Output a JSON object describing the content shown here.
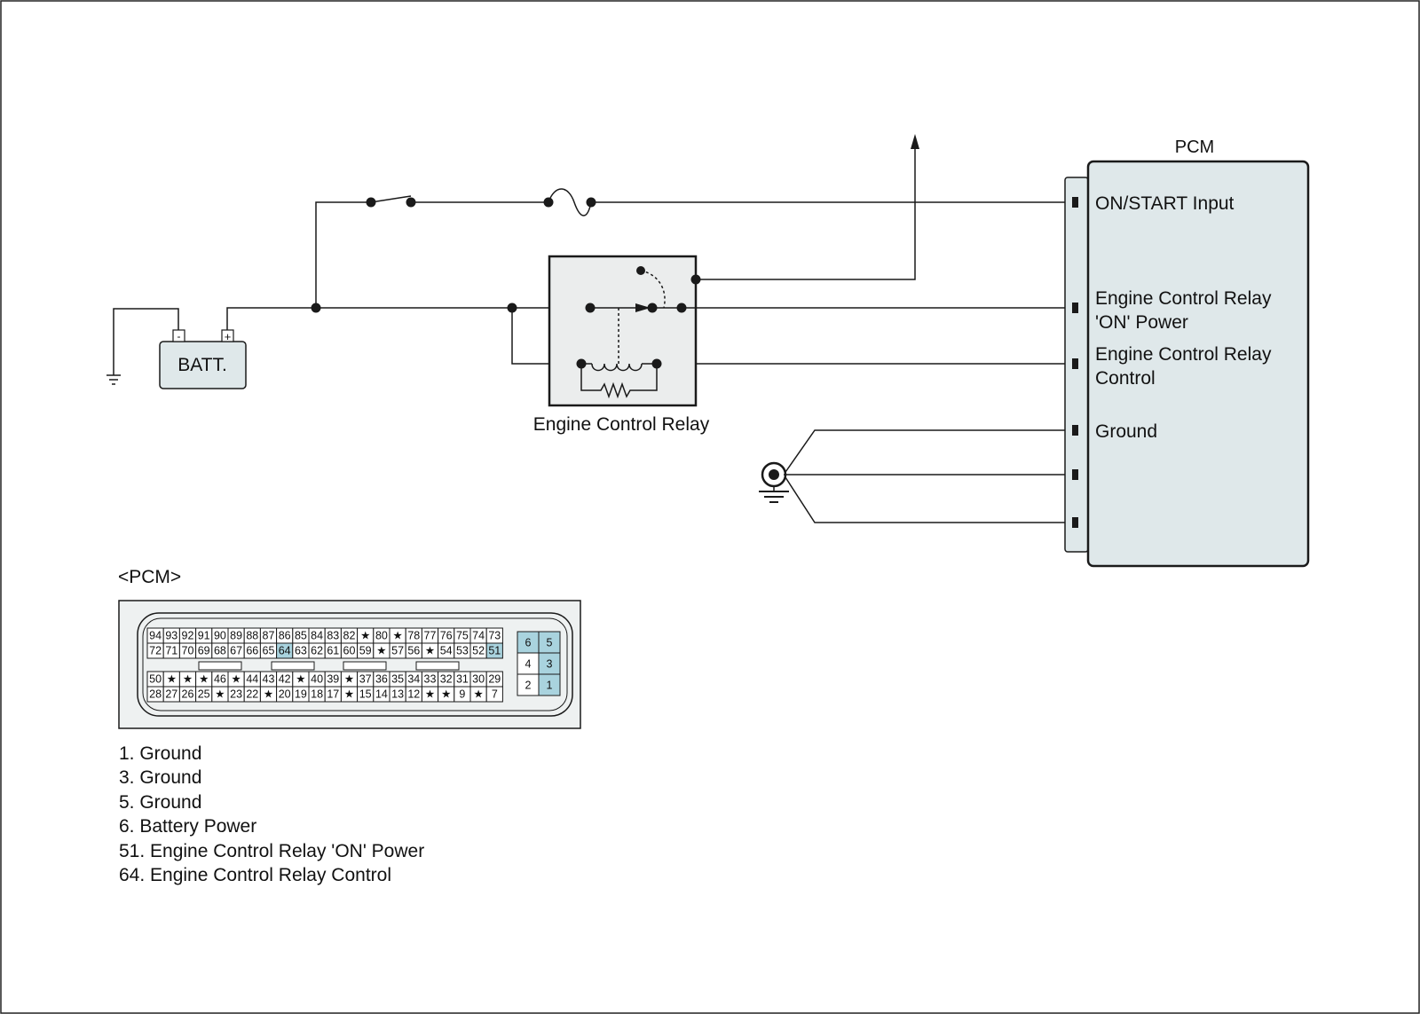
{
  "battery": {
    "label": "BATT.",
    "neg": "-",
    "pos": "+"
  },
  "relay": {
    "label": "Engine Control Relay"
  },
  "pcm": {
    "title": "PCM",
    "inputs": {
      "on_start": "ON/START Input",
      "relay_power_l1": "Engine Control Relay",
      "relay_power_l2": "'ON' Power",
      "relay_control_l1": "Engine Control Relay",
      "relay_control_l2": "Control",
      "ground": "Ground"
    }
  },
  "connector": {
    "title": "<PCM>",
    "main_rows": [
      [
        "94",
        "93",
        "92",
        "91",
        "90",
        "89",
        "88",
        "87",
        "86",
        "85",
        "84",
        "83",
        "82",
        "★",
        "80",
        "★",
        "78",
        "77",
        "76",
        "75",
        "74",
        "73"
      ],
      [
        "72",
        "71",
        "70",
        "69",
        "68",
        "67",
        "66",
        "65",
        "64",
        "63",
        "62",
        "61",
        "60",
        "59",
        "★",
        "57",
        "56",
        "★",
        "54",
        "53",
        "52",
        "51"
      ],
      [
        "50",
        "★",
        "★",
        "★",
        "46",
        "★",
        "44",
        "43",
        "42",
        "★",
        "40",
        "39",
        "★",
        "37",
        "36",
        "35",
        "34",
        "33",
        "32",
        "31",
        "30",
        "29"
      ],
      [
        "28",
        "27",
        "26",
        "25",
        "★",
        "23",
        "22",
        "★",
        "20",
        "19",
        "18",
        "17",
        "★",
        "15",
        "14",
        "13",
        "12",
        "★",
        "★",
        "9",
        "★",
        "7"
      ]
    ],
    "highlighted": [
      "64",
      "51"
    ],
    "side_rows": [
      [
        "6",
        "5"
      ],
      [
        "4",
        "3"
      ],
      [
        "2",
        "1"
      ]
    ],
    "side_highlighted": [
      "6",
      "5",
      "3",
      "1"
    ],
    "highlight_color": "#a9d3de"
  },
  "legend": [
    "1. Ground",
    "3. Ground",
    "5. Ground",
    "6. Battery Power",
    "51. Engine Control Relay 'ON' Power",
    "64. Engine Control Relay Control"
  ],
  "colors": {
    "line": "#1a1a1a",
    "box_fill": "#dfe8ea",
    "relay_fill": "#ebeded",
    "connector_fill": "#eef1f1"
  }
}
